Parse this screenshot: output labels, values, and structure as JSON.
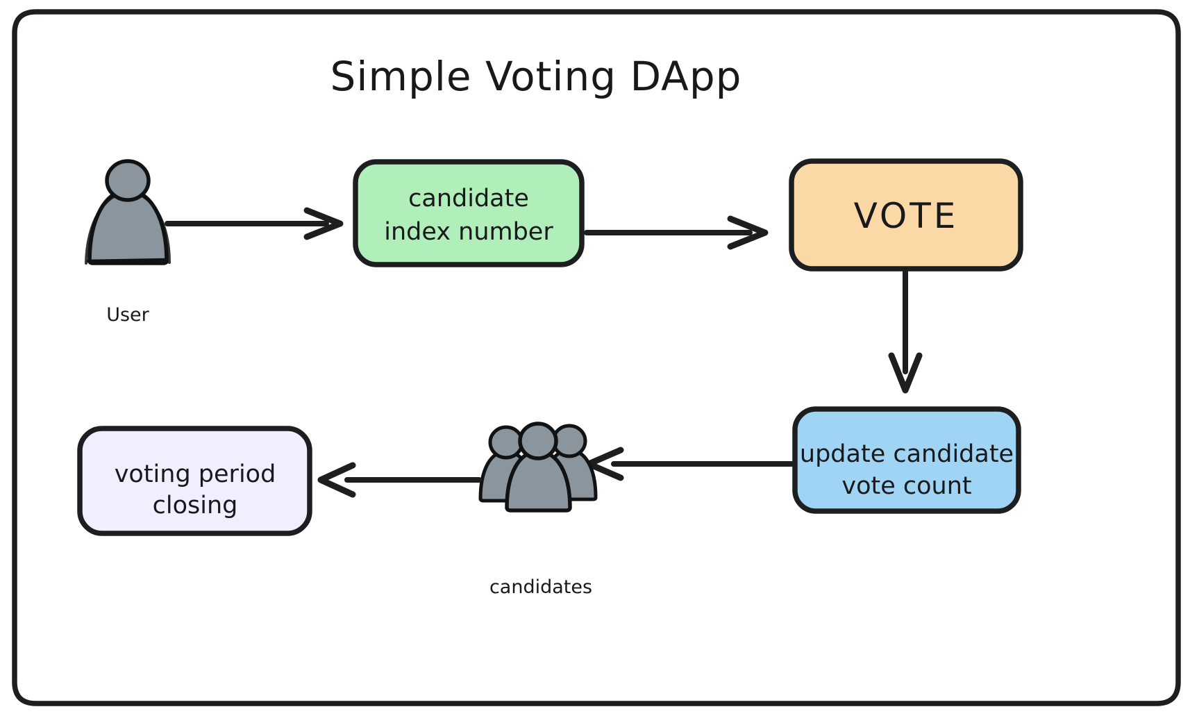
{
  "diagram": {
    "title": "Simple Voting DApp",
    "frame": {
      "border_color": "#1d1e20",
      "background": "#ffffff"
    },
    "nodes": [
      {
        "id": "user",
        "type": "actor-icon",
        "icon": "single-person-icon",
        "caption": "User",
        "fill": "#8a959e",
        "stroke": "#111213"
      },
      {
        "id": "candidate-index",
        "type": "process-box",
        "line1": "candidate",
        "line2": "index number",
        "fill": "#b0eeba",
        "stroke": "#1d1e20"
      },
      {
        "id": "vote",
        "type": "process-box",
        "line1": "VOTE",
        "line2": "",
        "fill": "#fbd9a7",
        "stroke": "#1d1e20"
      },
      {
        "id": "update-count",
        "type": "process-box",
        "line1": "update candidate",
        "line2": "vote count",
        "fill": "#9fd4f5",
        "stroke": "#1d1e20"
      },
      {
        "id": "candidates",
        "type": "actor-icon",
        "icon": "group-of-people-icon",
        "caption": "candidates",
        "fill": "#8a959e",
        "stroke": "#111213"
      },
      {
        "id": "voting-period-closing",
        "type": "process-box",
        "line1": "voting period",
        "line2": "closing",
        "fill": "#f0eeff",
        "stroke": "#1d1e20"
      }
    ],
    "edges": [
      {
        "id": "user-to-candidate-index",
        "from": "user",
        "to": "candidate-index",
        "direction": "right",
        "label": ""
      },
      {
        "id": "candidate-index-to-vote",
        "from": "candidate-index",
        "to": "vote",
        "direction": "right",
        "label": ""
      },
      {
        "id": "vote-to-update-count",
        "from": "vote",
        "to": "update-count",
        "direction": "down",
        "label": ""
      },
      {
        "id": "update-count-to-candidates",
        "from": "update-count",
        "to": "candidates",
        "direction": "left",
        "label": ""
      },
      {
        "id": "candidates-to-voting-period-closing",
        "from": "candidates",
        "to": "voting-period-closing",
        "direction": "left",
        "label": ""
      }
    ],
    "colors": {
      "ink": "#1d1e20",
      "green": "#b0eeba",
      "orange": "#fbd9a7",
      "blue": "#9fd4f5",
      "lavender": "#f0eeff",
      "gray_figure": "#8a959e"
    }
  }
}
